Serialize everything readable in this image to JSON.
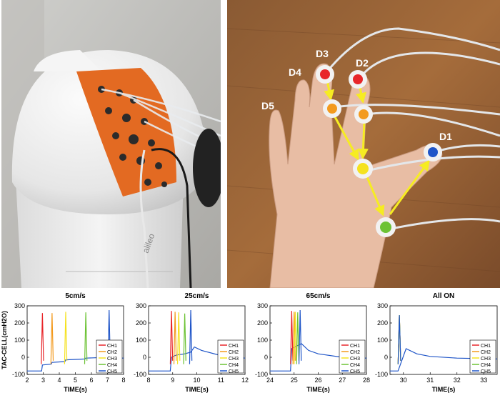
{
  "photos": {
    "device_logo": "alileo",
    "finger_labels": [
      "D1",
      "D2",
      "D3",
      "D4",
      "D5"
    ],
    "channel_colors": [
      "#e8262a",
      "#f39a1e",
      "#f5e21f",
      "#6cc234",
      "#1f55c8"
    ]
  },
  "chart_data": [
    {
      "type": "line",
      "title": "5cm/s",
      "xlabel": "TIME(s)",
      "ylabel": "TAC-CELL(cmH2O)",
      "xlim": [
        2,
        8
      ],
      "ylim": [
        -100,
        300
      ],
      "xticks": [
        2,
        3,
        4,
        5,
        6,
        7,
        8
      ],
      "yticks": [
        -100,
        0,
        100,
        200,
        300
      ],
      "legend_position": "bottom-right",
      "series": [
        {
          "name": "CH1",
          "color": "#e8262a",
          "peak_x": 2.95,
          "peak_y": 258
        },
        {
          "name": "CH2",
          "color": "#f39a1e",
          "peak_x": 3.55,
          "peak_y": 258
        },
        {
          "name": "CH3",
          "color": "#f5e21f",
          "peak_x": 4.4,
          "peak_y": 265
        },
        {
          "name": "CH4",
          "color": "#6cc234",
          "peak_x": 5.65,
          "peak_y": 262
        },
        {
          "name": "CH5",
          "color": "#1f55c8",
          "peak_x": 7.1,
          "peak_y": 275
        }
      ],
      "baseline": [
        [
          2,
          -80
        ],
        [
          2.9,
          -80
        ],
        [
          2.95,
          -45
        ],
        [
          3.5,
          -40
        ],
        [
          3.55,
          -30
        ],
        [
          4.35,
          -25
        ],
        [
          4.4,
          -15
        ],
        [
          5.6,
          -10
        ],
        [
          5.65,
          -5
        ],
        [
          7.0,
          0
        ],
        [
          7.1,
          -2
        ],
        [
          8,
          -5
        ]
      ]
    },
    {
      "type": "line",
      "title": "25cm/s",
      "xlabel": "TIME(s)",
      "ylabel": "",
      "xlim": [
        8,
        12
      ],
      "ylim": [
        -100,
        300
      ],
      "xticks": [
        8,
        9,
        10,
        11,
        12
      ],
      "yticks": [
        -100,
        0,
        100,
        200,
        300
      ],
      "legend_position": "bottom-right",
      "series": [
        {
          "name": "CH1",
          "color": "#e8262a",
          "peak_x": 8.95,
          "peak_y": 270
        },
        {
          "name": "CH2",
          "color": "#f39a1e",
          "peak_x": 9.1,
          "peak_y": 265
        },
        {
          "name": "CH3",
          "color": "#f5e21f",
          "peak_x": 9.25,
          "peak_y": 262
        },
        {
          "name": "CH4",
          "color": "#6cc234",
          "peak_x": 9.5,
          "peak_y": 255
        },
        {
          "name": "CH5",
          "color": "#1f55c8",
          "peak_x": 9.75,
          "peak_y": 275
        }
      ],
      "baseline": [
        [
          8,
          -80
        ],
        [
          8.9,
          -80
        ],
        [
          8.95,
          0
        ],
        [
          9.1,
          10
        ],
        [
          9.25,
          15
        ],
        [
          9.5,
          20
        ],
        [
          9.75,
          30
        ],
        [
          9.9,
          60
        ],
        [
          10.2,
          40
        ],
        [
          11,
          10
        ],
        [
          12,
          -5
        ]
      ]
    },
    {
      "type": "line",
      "title": "65cm/s",
      "xlabel": "TIME(s)",
      "ylabel": "",
      "xlim": [
        24,
        28
      ],
      "ylim": [
        -100,
        300
      ],
      "xticks": [
        24,
        25,
        26,
        27,
        28
      ],
      "yticks": [
        -100,
        0,
        100,
        200,
        300
      ],
      "legend_position": "bottom-right",
      "series": [
        {
          "name": "CH1",
          "color": "#e8262a",
          "peak_x": 24.9,
          "peak_y": 270
        },
        {
          "name": "CH2",
          "color": "#f39a1e",
          "peak_x": 25.0,
          "peak_y": 265
        },
        {
          "name": "CH3",
          "color": "#f5e21f",
          "peak_x": 25.05,
          "peak_y": 265
        },
        {
          "name": "CH4",
          "color": "#6cc234",
          "peak_x": 25.15,
          "peak_y": 262
        },
        {
          "name": "CH5",
          "color": "#1f55c8",
          "peak_x": 25.25,
          "peak_y": 275
        }
      ],
      "baseline": [
        [
          24,
          -80
        ],
        [
          24.85,
          -80
        ],
        [
          24.9,
          50
        ],
        [
          25.3,
          80
        ],
        [
          25.6,
          40
        ],
        [
          26,
          20
        ],
        [
          27,
          0
        ],
        [
          28,
          -5
        ]
      ]
    },
    {
      "type": "line",
      "title": "All ON",
      "xlabel": "TIME(s)",
      "ylabel": "",
      "xlim": [
        29.5,
        33.5
      ],
      "ylim": [
        -100,
        300
      ],
      "xticks": [
        30,
        31,
        32,
        33
      ],
      "yticks": [
        -100,
        0,
        100,
        200,
        300
      ],
      "legend_position": "bottom-right",
      "series": [
        {
          "name": "CH1",
          "color": "#e8262a",
          "peak_x": 29.85,
          "peak_y": 245
        },
        {
          "name": "CH2",
          "color": "#f39a1e",
          "peak_x": 29.85,
          "peak_y": 245
        },
        {
          "name": "CH3",
          "color": "#f5e21f",
          "peak_x": 29.85,
          "peak_y": 245
        },
        {
          "name": "CH4",
          "color": "#6cc234",
          "peak_x": 29.85,
          "peak_y": 245
        },
        {
          "name": "CH5",
          "color": "#1f55c8",
          "peak_x": 29.85,
          "peak_y": 245
        }
      ],
      "baseline": [
        [
          29.5,
          -80
        ],
        [
          29.8,
          -80
        ],
        [
          30.1,
          50
        ],
        [
          30.5,
          20
        ],
        [
          31,
          5
        ],
        [
          32,
          -5
        ],
        [
          33.5,
          -10
        ]
      ]
    }
  ]
}
